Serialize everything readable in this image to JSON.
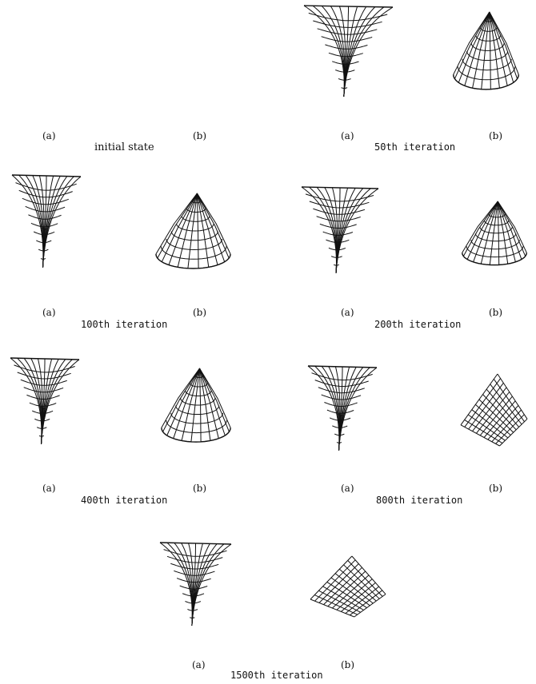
{
  "panel_labels": {
    "a": "(a)",
    "b": "(b)"
  },
  "captions": {
    "initial": "initial state",
    "it50": "50th iteration",
    "it100": "100th iteration",
    "it200": "200th iteration",
    "it400": "400th iteration",
    "it800": "800th iteration",
    "it1500": "1500th iteration"
  }
}
